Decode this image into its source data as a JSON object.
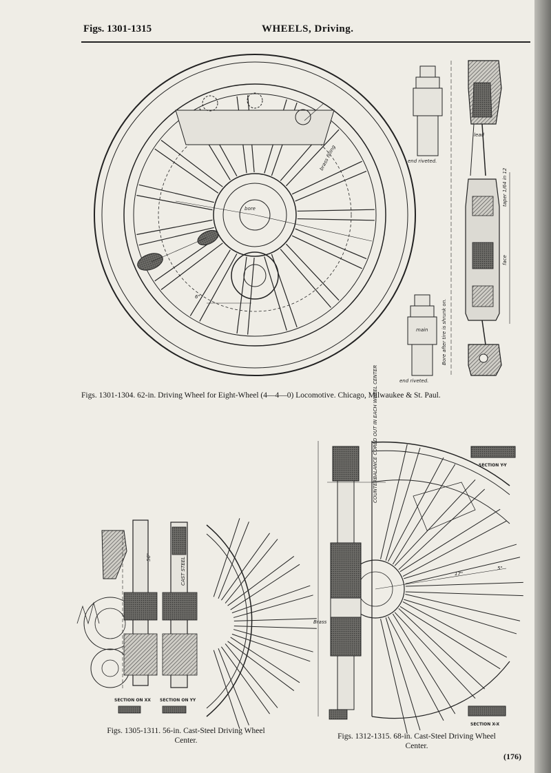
{
  "header": {
    "figure_range": "Figs. 1301-1315",
    "section_title": "WHEELS, Driving."
  },
  "captions": {
    "fig_1301_1304": "Figs. 1301-1304.  62-in. Driving Wheel for Eight-Wheel (4—4—0) Locomotive.  Chicago, Milwaukee & St. Paul.",
    "fig_1305_1311": "Figs. 1305-1311.  56-in. Cast-Steel Driving Wheel Center.",
    "fig_1312_1315": "Figs. 1312-1315.  68-in. Cast-Steel Driving Wheel Center."
  },
  "labels": {
    "brass_filling": "brass filling",
    "bore": "bore",
    "lead": "lead",
    "end_riveted_1": "end riveted.",
    "end_riveted_2": "end riveted.",
    "taper": "taper 1/64 in 12",
    "bore_after_tire": "Bore after tire is shrunk on.",
    "main": "main",
    "face": "face",
    "brass": "Brass",
    "counterbalance": "COUNTERBALANCE CORED OUT IN EACH WHEEL CENTER",
    "cast_steel": "CAST STEEL",
    "section_xx": "SECTION ON XX",
    "section_yy": "SECTION ON YY",
    "section_y_y": "SECTION Y-Y",
    "section_x_x": "SECTION X-X",
    "dim_17": "17\"",
    "dim_56": "56\"",
    "dim_6": "6\"",
    "dim_5": "5\""
  },
  "page_number": "(176)"
}
